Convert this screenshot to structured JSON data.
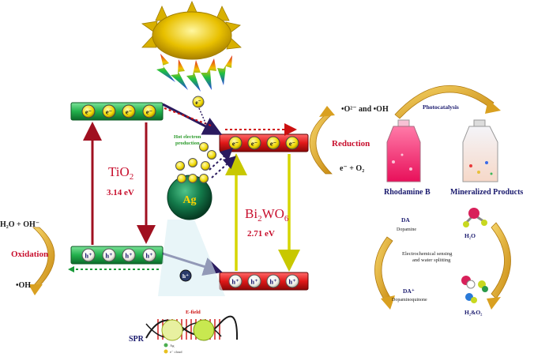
{
  "tio2": {
    "name": "TiO",
    "sub": "2",
    "gap": "3.14 eV",
    "electrons": [
      "e⁻",
      "e⁻",
      "e⁻",
      "e⁻"
    ],
    "holes": [
      "h⁺",
      "h⁺",
      "h⁺",
      "h⁺"
    ]
  },
  "bi2wo6": {
    "p1": "Bi",
    "s1": "2",
    "p2": "WO",
    "s2": "6",
    "gap": "2.71 eV",
    "electrons": [
      "e⁻",
      "e⁻",
      "e⁻",
      "e⁻"
    ],
    "holes": [
      "h⁺",
      "h⁺",
      "h⁺",
      "h⁺"
    ]
  },
  "ag": {
    "label": "Ag",
    "hot_line1": "Hot electron",
    "hot_line2": "production",
    "electron": "e⁻",
    "hole": "h⁺",
    "spr": "SPR",
    "efield": "E-field",
    "legend1": "Ag",
    "legend2": "e⁻ cloud"
  },
  "left": {
    "h2o_oh": "H₂O + OH⁻",
    "oxidation": "Oxidation",
    "oh": "•OH"
  },
  "right": {
    "o2_oh": "•O²⁻ and •OH",
    "reduction": "Reduction",
    "e_o2": "e⁻ + O₂"
  },
  "apps": {
    "photocatalysis": "Photocatalysis",
    "rhodamine": "Rhodamine B",
    "mineralized": "Mineralized Products",
    "da": "DA",
    "dopamine": "Dopamine",
    "sensing1": "Electrochemical sensing",
    "sensing2": "and water splitting",
    "h2o": "H₂O",
    "da_plus": "DA⁺",
    "dopaminoquinone": "Dopaminoquinone",
    "h2o2": "H₂&O₂"
  },
  "colors": {
    "tio2_band": "#22b14c",
    "bi2wo6_band": "#e81e1e",
    "arrow_red": "#a01020",
    "arrow_yellow": "#d6d600",
    "gold": "#e8b020",
    "text_red": "#c8102e",
    "text_navy": "#1a1a6e"
  }
}
